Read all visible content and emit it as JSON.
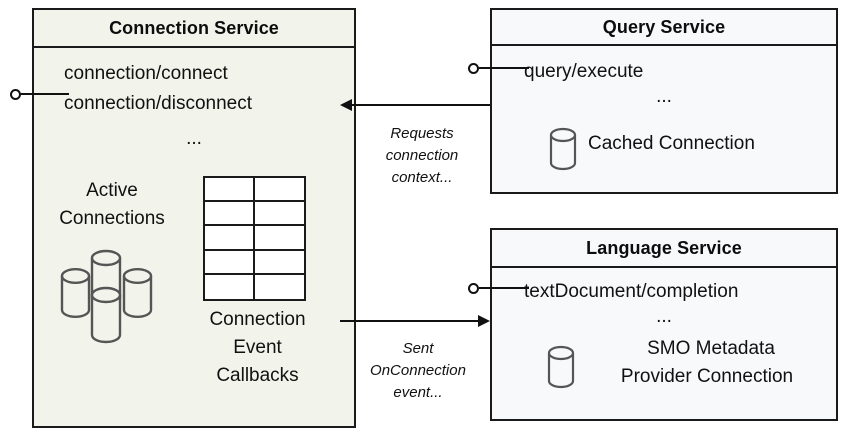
{
  "diagram": {
    "title_semantics": "UML component diagram of SQL tools service architecture",
    "colors": {
      "connection_service_fill": "#f2f4eb",
      "service_fill": "#f8f9fb",
      "stroke": "#1a1a1a",
      "icon_stroke": "#555555",
      "grid_fill": "#ffffff"
    }
  },
  "connection_service": {
    "title": "Connection Service",
    "interfaces": [
      "connection/connect",
      "connection/disconnect"
    ],
    "ellipsis": "...",
    "active_connections_label_line1": "Active",
    "active_connections_label_line2": "Connections",
    "callbacks_label_line1": "Connection",
    "callbacks_label_line2": "Event",
    "callbacks_label_line3": "Callbacks",
    "db_stack_icon": "database-stack-icon",
    "grid_icon": "table-grid-icon",
    "grid_rows": 5,
    "grid_cols": 2,
    "lollipop_icon": "provided-interface-lollipop-icon"
  },
  "query_service": {
    "title": "Query Service",
    "interfaces": [
      "query/execute"
    ],
    "ellipsis": "...",
    "cached_connection_label": "Cached Connection",
    "db_icon": "database-cylinder-icon",
    "lollipop_icon": "provided-interface-lollipop-icon"
  },
  "language_service": {
    "title": "Language Service",
    "interfaces": [
      "textDocument/completion"
    ],
    "ellipsis": "...",
    "smo_label_line1": "SMO Metadata",
    "smo_label_line2": "Provider Connection",
    "db_icon": "database-cylinder-icon",
    "lollipop_icon": "provided-interface-lollipop-icon"
  },
  "arrows": [
    {
      "id": "query-to-connection",
      "direction": "left",
      "label_line1": "Requests",
      "label_line2": "connection",
      "label_line3": "context..."
    },
    {
      "id": "connection-to-language",
      "direction": "right",
      "label_line1": "Sent",
      "label_line2": "OnConnection",
      "label_line3": "event..."
    }
  ]
}
